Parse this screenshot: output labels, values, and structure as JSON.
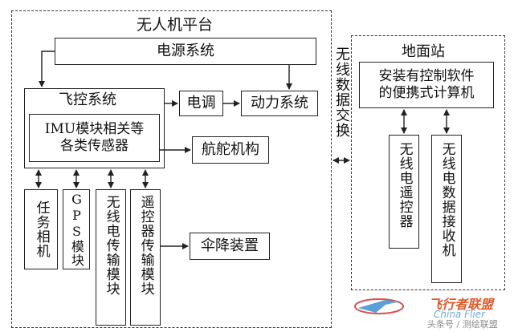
{
  "platform": {
    "title": "无人机平台"
  },
  "power_system": "电源系统",
  "flight_control": {
    "title": "飞控系统",
    "imu": "IMU模块相关等\n各类传感器"
  },
  "esc": "电调",
  "propulsion": "动力系统",
  "servo": "航舵机构",
  "parachute": "伞降装置",
  "modules": {
    "mission_camera": "任务相机",
    "gps": "GPS模块",
    "wireless_transmission": "无线电传输模块",
    "rc_transmission": "遥控器传输模块"
  },
  "wireless_exchange": "无线数据交换",
  "ground_station": {
    "title": "地面站",
    "computer": "安装有控制软件\n的便携式计算机",
    "remote_controller": "无线电遥控器",
    "data_receiver": "无线电数据接收机"
  },
  "watermarks": {
    "brand_cn": "飞行者联盟",
    "brand_en": "China Flier",
    "source": "头条号 / 测绘联盟"
  }
}
